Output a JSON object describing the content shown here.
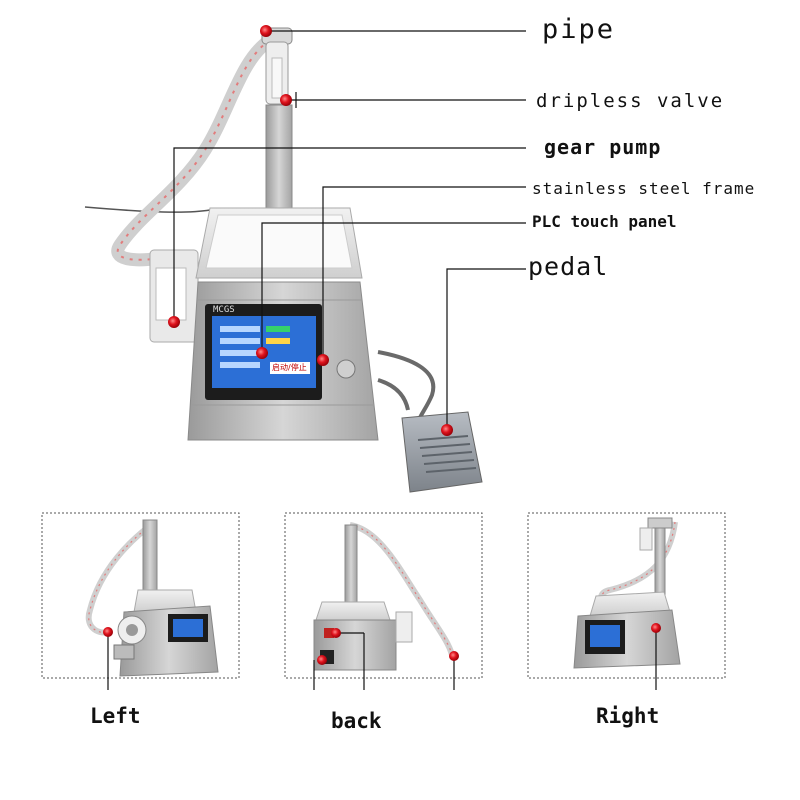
{
  "callouts": {
    "pipe": "pipe",
    "dripless_valve": "dripless valve",
    "gear_pump": "gear pump",
    "frame": "stainless steel frame",
    "plc_panel": "PLC touch panel",
    "pedal": "pedal"
  },
  "panel_screen": {
    "brand": "MCGS",
    "start_stop": "启动/停止"
  },
  "views": {
    "left": "Left",
    "back": "back",
    "right": "Right"
  },
  "colors": {
    "marker": "#e0141e",
    "leader_line": "#111111",
    "steel": "#b9b9b9",
    "screen": "#2c6fd6"
  }
}
